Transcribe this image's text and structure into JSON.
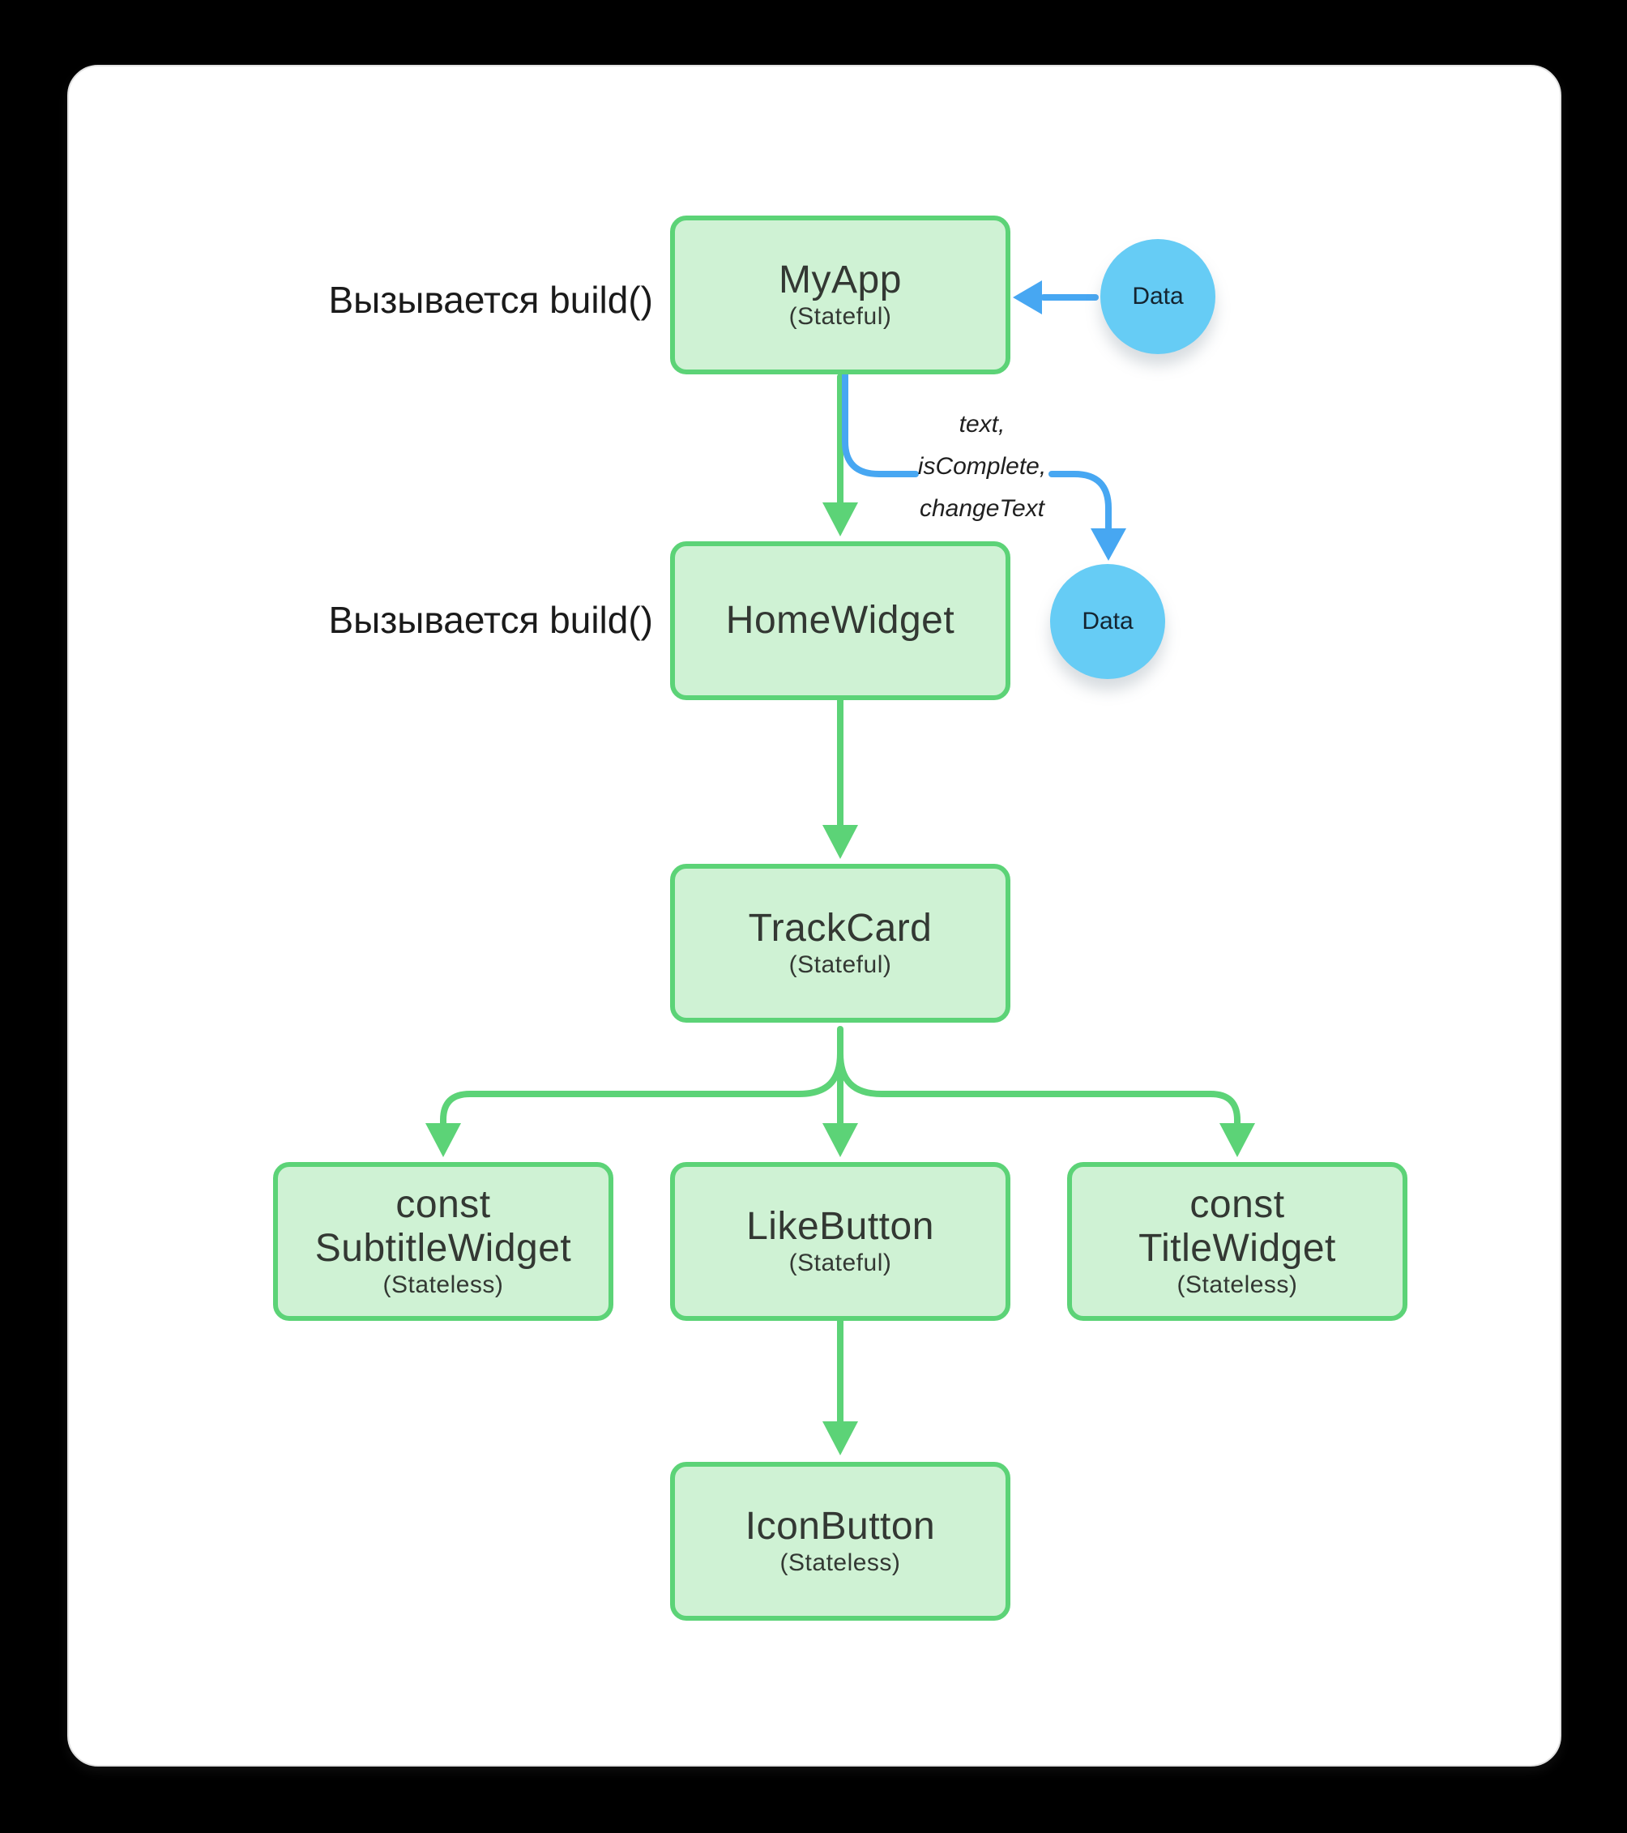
{
  "diagram": {
    "left_labels": {
      "top": "Вызывается build()",
      "middle": "Вызывается build()"
    },
    "annotation": {
      "line1": "text,",
      "line2": "isComplete,",
      "line3": "changeText"
    },
    "nodes": {
      "myapp": {
        "line1": "MyApp",
        "line2": "",
        "subtitle": "(Stateful)"
      },
      "homewidget": {
        "line1": "HomeWidget",
        "line2": "",
        "subtitle": ""
      },
      "trackcard": {
        "line1": "TrackCard",
        "line2": "",
        "subtitle": "(Stateful)"
      },
      "subtitlewidget": {
        "line1": "const",
        "line2": "SubtitleWidget",
        "subtitle": "(Stateless)"
      },
      "likebutton": {
        "line1": "LikeButton",
        "line2": "",
        "subtitle": "(Stateful)"
      },
      "titlewidget": {
        "line1": "const",
        "line2": "TitleWidget",
        "subtitle": "(Stateless)"
      },
      "iconbutton": {
        "line1": "IconButton",
        "line2": "",
        "subtitle": "(Stateless)"
      }
    },
    "data_nodes": {
      "first": {
        "label": "Data"
      },
      "second": {
        "label": "Data"
      }
    },
    "colors": {
      "background": "#000000",
      "card": "#ffffff",
      "node_fill": "#cff2d4",
      "node_border": "#5cd377",
      "green_arrow": "#5cd377",
      "blue_arrow": "#47a7f2",
      "data_circle": "#66ccf5",
      "node_text": "#333833",
      "label_text": "#1a1a1a"
    }
  }
}
